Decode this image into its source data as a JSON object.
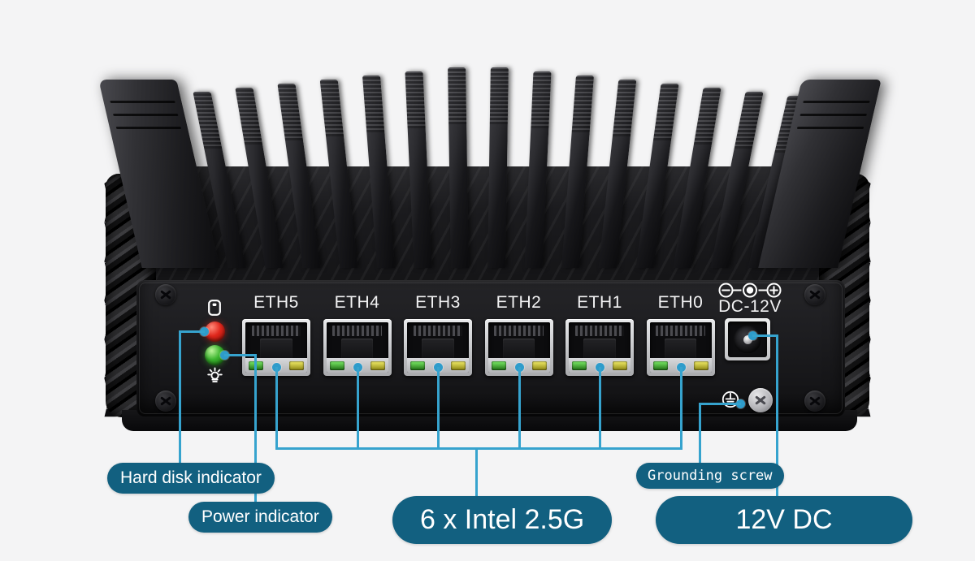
{
  "product": {
    "type": "fanless-mini-pc-rear-io",
    "chassis_color": "#17171a",
    "background_color": "#f4f4f5"
  },
  "ports": {
    "ethernet_labels": [
      "ETH5",
      "ETH4",
      "ETH3",
      "ETH2",
      "ETH1",
      "ETH0"
    ],
    "ethernet_count": 6,
    "power_label": "DC-12V",
    "polarity_symbol": "negative-center-positive"
  },
  "indicators": [
    {
      "name": "hard-disk",
      "icon": "hdd-icon",
      "color": "#e0271c"
    },
    {
      "name": "power",
      "icon": "power-sun-icon",
      "color": "#3cb52f"
    }
  ],
  "ground": {
    "symbol": "earth-ground-icon"
  },
  "callouts": {
    "accent_color": "#36a3ce",
    "badge_color": "#126080",
    "items": [
      {
        "id": "hard-disk-indicator",
        "label": "Hard disk indicator",
        "style": "sm"
      },
      {
        "id": "power-indicator",
        "label": "Power indicator",
        "style": "sm"
      },
      {
        "id": "ethernet-ports",
        "label": "6 x Intel 2.5G",
        "style": "lg"
      },
      {
        "id": "grounding-screw",
        "label": "Grounding screw",
        "style": "mono"
      },
      {
        "id": "power-input",
        "label": "12V DC",
        "style": "lg"
      }
    ]
  }
}
